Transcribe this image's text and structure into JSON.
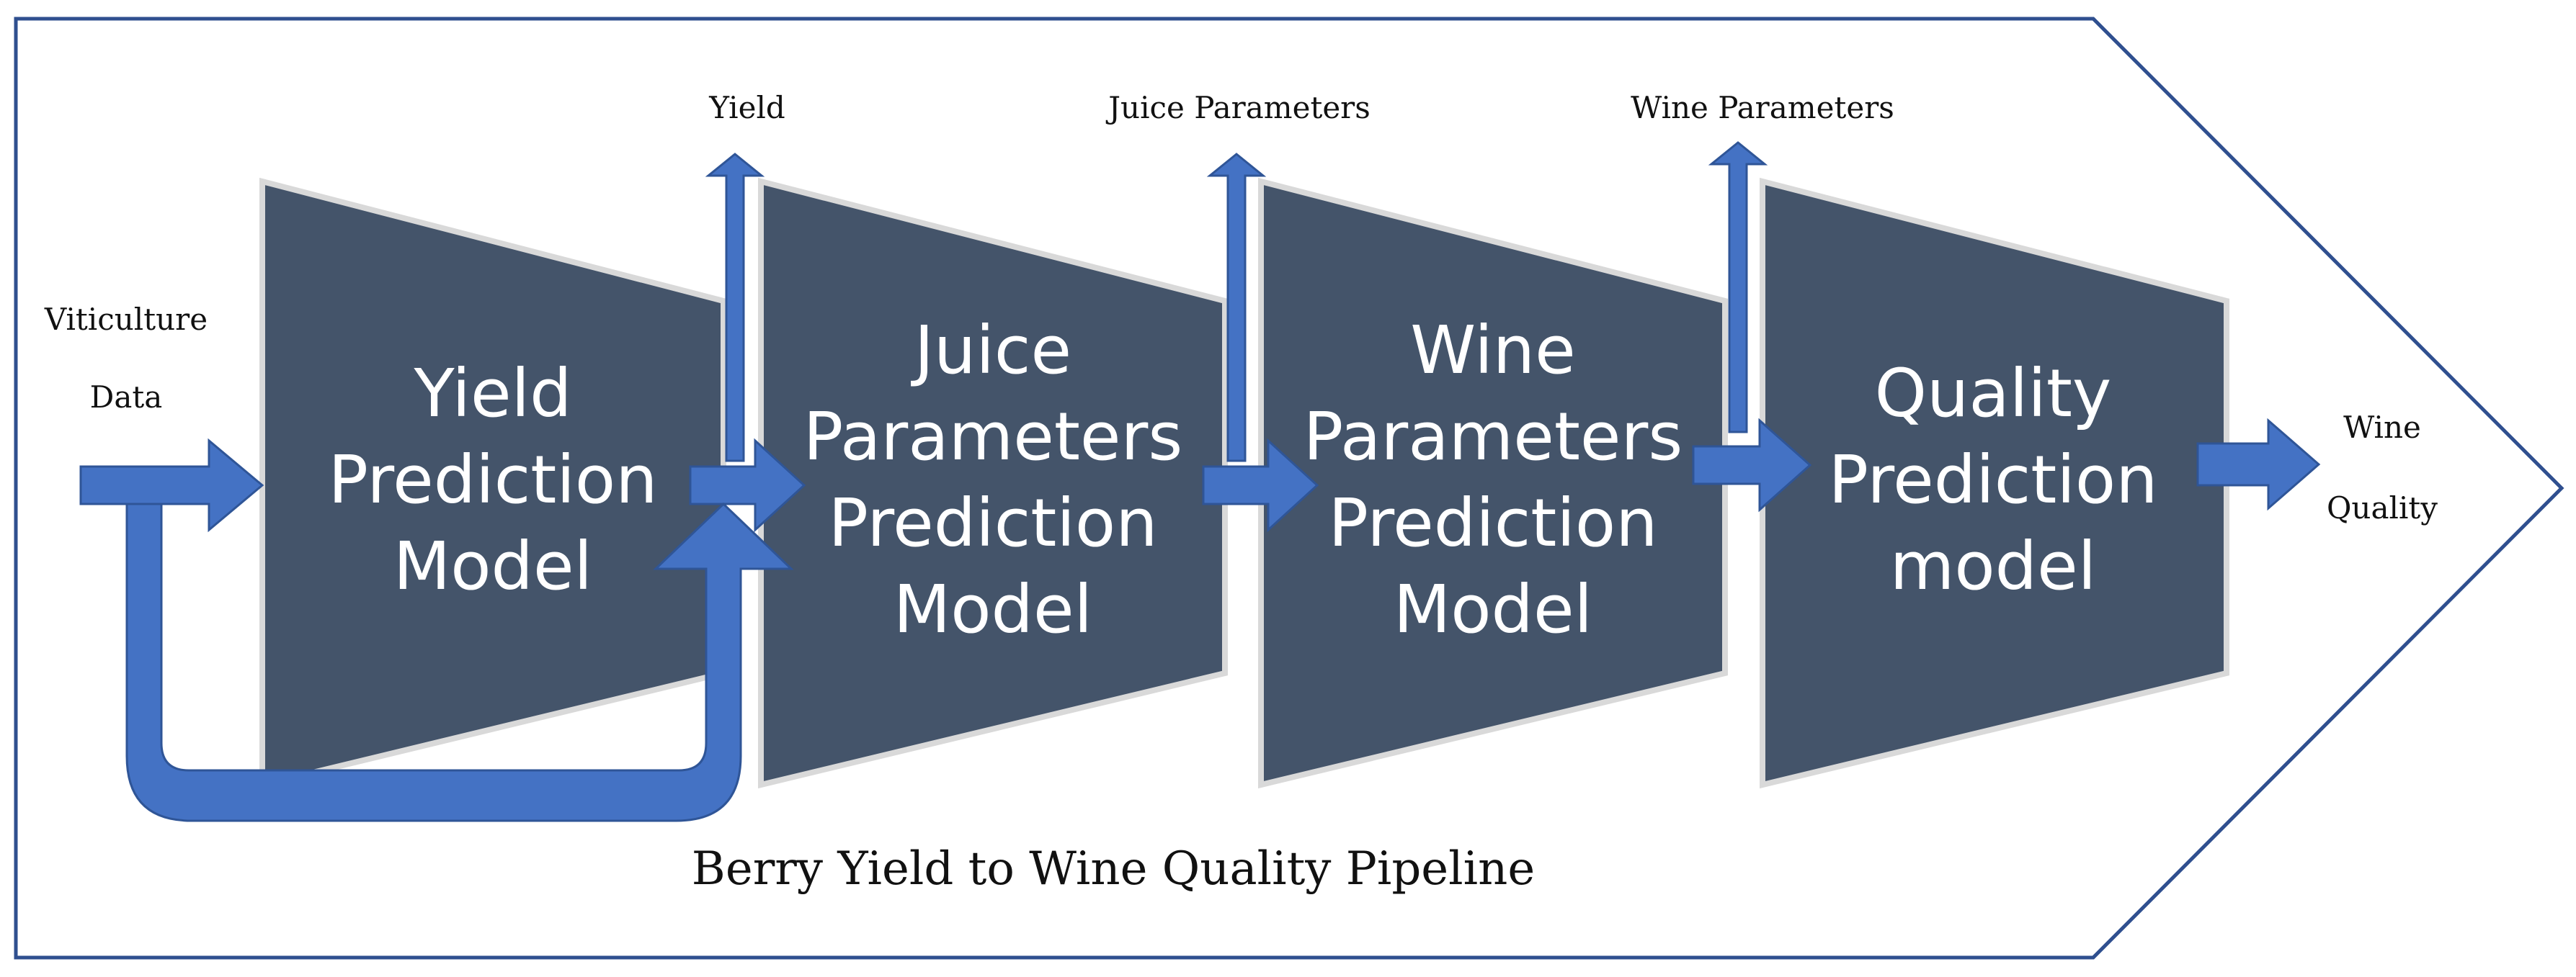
{
  "diagram": {
    "title": "Berry Yield to Wine Quality Pipeline",
    "input_label": {
      "line1": "Viticulture",
      "line2": "Data"
    },
    "stages": [
      {
        "lines": [
          "Yield",
          "Prediction",
          "Model"
        ]
      },
      {
        "lines": [
          "Juice",
          "Parameters",
          "Prediction",
          "Model"
        ]
      },
      {
        "lines": [
          "Wine",
          "Parameters",
          "Prediction",
          "Model"
        ]
      },
      {
        "lines": [
          "Quality",
          "Prediction",
          "model"
        ]
      }
    ],
    "outputs": [
      "Yield",
      "Juice Parameters",
      "Wine Parameters"
    ],
    "final_output": {
      "line1": "Wine",
      "line2": "Quality"
    },
    "colors": {
      "block": "#44546A",
      "block_edge": "#D9D9D9",
      "arrow": "#4472C4",
      "arrow_edge": "#2F5597",
      "frame": "#2F4F8F"
    }
  }
}
